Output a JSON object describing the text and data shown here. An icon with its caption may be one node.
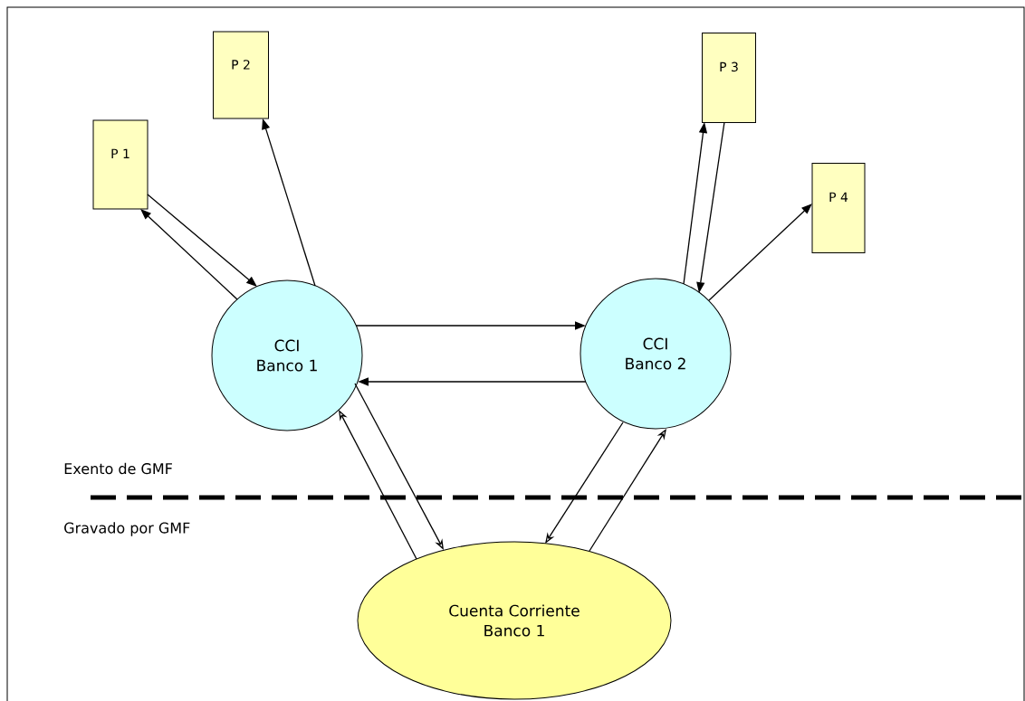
{
  "diagram": {
    "nodes": [
      {
        "text": [
          "P 1"
        ]
      },
      {
        "text": [
          "P 2"
        ]
      },
      {
        "text": [
          "P 3"
        ]
      },
      {
        "text": [
          "P 4"
        ]
      },
      {
        "text": [
          "CCI Banco 1"
        ]
      },
      {
        "text": [
          "CCI Banco 2"
        ]
      },
      {
        "text": [
          "Cuenta Corriente Banco 1"
        ]
      }
    ],
    "edges": [
      {
        "from": 4,
        "to": 0,
        "arrow": "to"
      },
      {
        "from": 0,
        "to": 4,
        "arrow": "to"
      },
      {
        "from": 4,
        "to": 1,
        "arrow": "to"
      },
      {
        "from": 4,
        "to": 5,
        "arrow": "to"
      },
      {
        "from": 5,
        "to": 4,
        "arrow": "to"
      },
      {
        "from": 5,
        "to": 2,
        "arrow": "to"
      },
      {
        "from": 2,
        "to": 5,
        "arrow": "to"
      },
      {
        "from": 5,
        "to": 3,
        "arrow": "to"
      },
      {
        "from": 4,
        "to": 6,
        "arrow": "to"
      },
      {
        "from": 6,
        "to": 4,
        "arrow": "to"
      },
      {
        "from": 5,
        "to": 6,
        "arrow": "to"
      },
      {
        "from": 6,
        "to": 5,
        "arrow": "to"
      }
    ],
    "labels": [
      "Exento de GMF",
      "Gravado por GMF"
    ]
  }
}
